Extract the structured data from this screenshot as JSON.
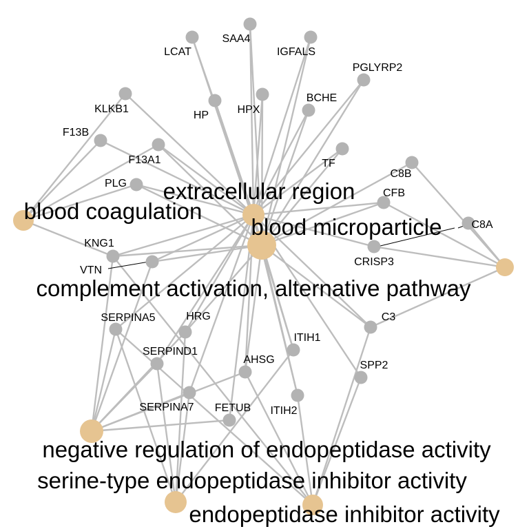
{
  "network": {
    "colors": {
      "gene_node": "#b3b3b3",
      "term_node": "#e6c491",
      "edge": "#bdbdbd",
      "text": "#000000"
    },
    "terms": [
      {
        "id": "extracellular",
        "label": "extracellular region"
      },
      {
        "id": "microparticle",
        "label": "blood microparticle"
      },
      {
        "id": "coagulation",
        "label": "blood coagulation"
      },
      {
        "id": "complement",
        "label": "complement activation, alternative pathway"
      },
      {
        "id": "negreg",
        "label": "negative regulation of endopeptidase activity"
      },
      {
        "id": "serine",
        "label": "serine-type endopeptidase inhibitor activity"
      },
      {
        "id": "inhibitor",
        "label": "endopeptidase inhibitor activity"
      }
    ],
    "genes": [
      {
        "id": "LCAT",
        "label": "LCAT"
      },
      {
        "id": "SAA4",
        "label": "SAA4"
      },
      {
        "id": "IGFALS",
        "label": "IGFALS"
      },
      {
        "id": "PGLYRP2",
        "label": "PGLYRP2"
      },
      {
        "id": "KLKB1",
        "label": "KLKB1"
      },
      {
        "id": "HP",
        "label": "HP"
      },
      {
        "id": "HPX",
        "label": "HPX"
      },
      {
        "id": "BCHE",
        "label": "BCHE"
      },
      {
        "id": "F13B",
        "label": "F13B"
      },
      {
        "id": "F13A1",
        "label": "F13A1"
      },
      {
        "id": "TF",
        "label": "TF"
      },
      {
        "id": "C8B",
        "label": "C8B"
      },
      {
        "id": "PLG",
        "label": "PLG"
      },
      {
        "id": "CFB",
        "label": "CFB"
      },
      {
        "id": "C8A",
        "label": "C8A"
      },
      {
        "id": "KNG1",
        "label": "KNG1"
      },
      {
        "id": "CRISP3",
        "label": "CRISP3"
      },
      {
        "id": "VTN",
        "label": "VTN"
      },
      {
        "id": "SERPINA5",
        "label": "SERPINA5"
      },
      {
        "id": "HRG",
        "label": "HRG"
      },
      {
        "id": "C3",
        "label": "C3"
      },
      {
        "id": "ITIH1",
        "label": "ITIH1"
      },
      {
        "id": "SERPIND1",
        "label": "SERPIND1"
      },
      {
        "id": "AHSG",
        "label": "AHSG"
      },
      {
        "id": "SPP2",
        "label": "SPP2"
      },
      {
        "id": "SERPINA7",
        "label": "SERPINA7"
      },
      {
        "id": "FETUB",
        "label": "FETUB"
      },
      {
        "id": "ITIH2",
        "label": "ITIH2"
      }
    ],
    "edges": [
      [
        "LCAT",
        "extracellular"
      ],
      [
        "LCAT",
        "microparticle"
      ],
      [
        "SAA4",
        "extracellular"
      ],
      [
        "SAA4",
        "microparticle"
      ],
      [
        "IGFALS",
        "extracellular"
      ],
      [
        "IGFALS",
        "microparticle"
      ],
      [
        "PGLYRP2",
        "extracellular"
      ],
      [
        "PGLYRP2",
        "microparticle"
      ],
      [
        "HP",
        "extracellular"
      ],
      [
        "HP",
        "microparticle"
      ],
      [
        "HPX",
        "extracellular"
      ],
      [
        "HPX",
        "microparticle"
      ],
      [
        "BCHE",
        "extracellular"
      ],
      [
        "BCHE",
        "microparticle"
      ],
      [
        "TF",
        "extracellular"
      ],
      [
        "TF",
        "microparticle"
      ],
      [
        "KLKB1",
        "coagulation"
      ],
      [
        "KLKB1",
        "extracellular"
      ],
      [
        "F13B",
        "coagulation"
      ],
      [
        "F13B",
        "extracellular"
      ],
      [
        "F13A1",
        "coagulation"
      ],
      [
        "F13A1",
        "extracellular"
      ],
      [
        "F13A1",
        "microparticle"
      ],
      [
        "PLG",
        "coagulation"
      ],
      [
        "PLG",
        "extracellular"
      ],
      [
        "PLG",
        "microparticle"
      ],
      [
        "KNG1",
        "coagulation"
      ],
      [
        "KNG1",
        "extracellular"
      ],
      [
        "KNG1",
        "microparticle"
      ],
      [
        "KNG1",
        "negreg"
      ],
      [
        "KNG1",
        "inhibitor"
      ],
      [
        "VTN",
        "extracellular"
      ],
      [
        "VTN",
        "microparticle"
      ],
      [
        "VTN",
        "negreg"
      ],
      [
        "C8B",
        "microparticle"
      ],
      [
        "C8B",
        "complement"
      ],
      [
        "C8A",
        "complement"
      ],
      [
        "CFB",
        "extracellular"
      ],
      [
        "CFB",
        "microparticle"
      ],
      [
        "CFB",
        "complement"
      ],
      [
        "CRISP3",
        "extracellular"
      ],
      [
        "CRISP3",
        "complement"
      ],
      [
        "C3",
        "extracellular"
      ],
      [
        "C3",
        "microparticle"
      ],
      [
        "C3",
        "complement"
      ],
      [
        "C3",
        "inhibitor"
      ],
      [
        "SPP2",
        "extracellular"
      ],
      [
        "SPP2",
        "inhibitor"
      ],
      [
        "SERPINA5",
        "extracellular"
      ],
      [
        "SERPINA5",
        "negreg"
      ],
      [
        "SERPINA5",
        "serine"
      ],
      [
        "SERPINA5",
        "inhibitor"
      ],
      [
        "HRG",
        "extracellular"
      ],
      [
        "HRG",
        "microparticle"
      ],
      [
        "HRG",
        "negreg"
      ],
      [
        "HRG",
        "serine"
      ],
      [
        "SERPIND1",
        "extracellular"
      ],
      [
        "SERPIND1",
        "negreg"
      ],
      [
        "SERPIND1",
        "serine"
      ],
      [
        "SERPINA7",
        "extracellular"
      ],
      [
        "SERPINA7",
        "negreg"
      ],
      [
        "SERPINA7",
        "serine"
      ],
      [
        "AHSG",
        "extracellular"
      ],
      [
        "AHSG",
        "microparticle"
      ],
      [
        "AHSG",
        "negreg"
      ],
      [
        "AHSG",
        "inhibitor"
      ],
      [
        "FETUB",
        "extracellular"
      ],
      [
        "FETUB",
        "negreg"
      ],
      [
        "ITIH1",
        "extracellular"
      ],
      [
        "ITIH1",
        "microparticle"
      ],
      [
        "ITIH1",
        "serine"
      ],
      [
        "ITIH2",
        "extracellular"
      ],
      [
        "ITIH2",
        "microparticle"
      ],
      [
        "ITIH2",
        "inhibitor"
      ]
    ]
  }
}
